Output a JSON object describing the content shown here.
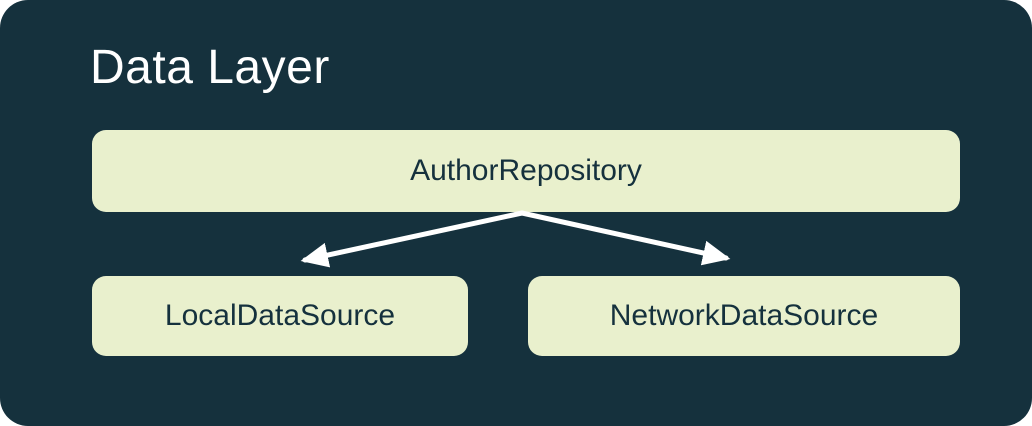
{
  "diagram": {
    "title": "Data Layer",
    "nodes": [
      {
        "id": "author-repository",
        "label": "AuthorRepository"
      },
      {
        "id": "local-data-source",
        "label": "LocalDataSource"
      },
      {
        "id": "network-data-source",
        "label": "NetworkDataSource"
      }
    ],
    "edges": [
      {
        "from": "author-repository",
        "to": "local-data-source"
      },
      {
        "from": "author-repository",
        "to": "network-data-source"
      }
    ]
  },
  "colors": {
    "container-bg": "#15313D",
    "node-bg": "#E9F0CD",
    "node-text": "#15313D",
    "title-text": "#FFFFFF",
    "arrow": "#FFFFFF"
  }
}
